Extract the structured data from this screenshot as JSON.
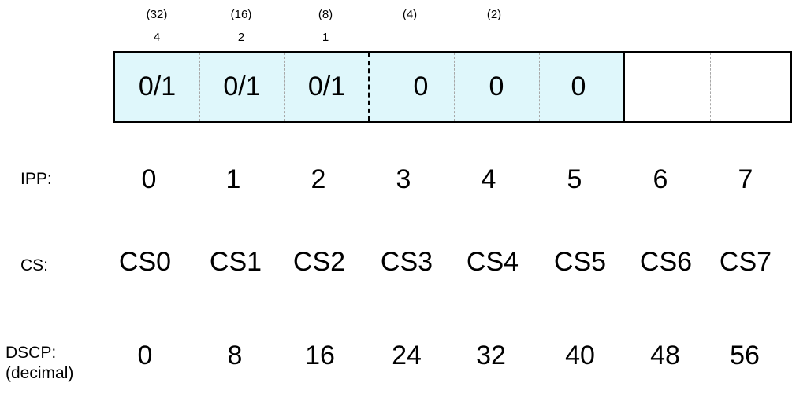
{
  "weights": {
    "top": [
      "(32)",
      "(16)",
      "(8)",
      "(4)",
      "(2)"
    ],
    "bottom": [
      "4",
      "2",
      "1"
    ]
  },
  "bits": [
    "0/1",
    "0/1",
    "0/1",
    "0",
    "0",
    "0",
    "",
    ""
  ],
  "colors": {
    "tos_fill": "#dff7fb",
    "border": "#000000",
    "light_separator": "#a8a8a8"
  },
  "rows": [
    {
      "label": "IPP:",
      "label2": "",
      "values": [
        "0",
        "1",
        "2",
        "3",
        "4",
        "5",
        "6",
        "7"
      ]
    },
    {
      "label": "CS:",
      "label2": "",
      "values": [
        "CS0",
        "CS1",
        "CS2",
        "CS3",
        "CS4",
        "CS5",
        "CS6",
        "CS7"
      ]
    },
    {
      "label": "DSCP:",
      "label2": "(decimal)",
      "values": [
        "0",
        "8",
        "16",
        "24",
        "32",
        "40",
        "48",
        "56"
      ]
    }
  ]
}
